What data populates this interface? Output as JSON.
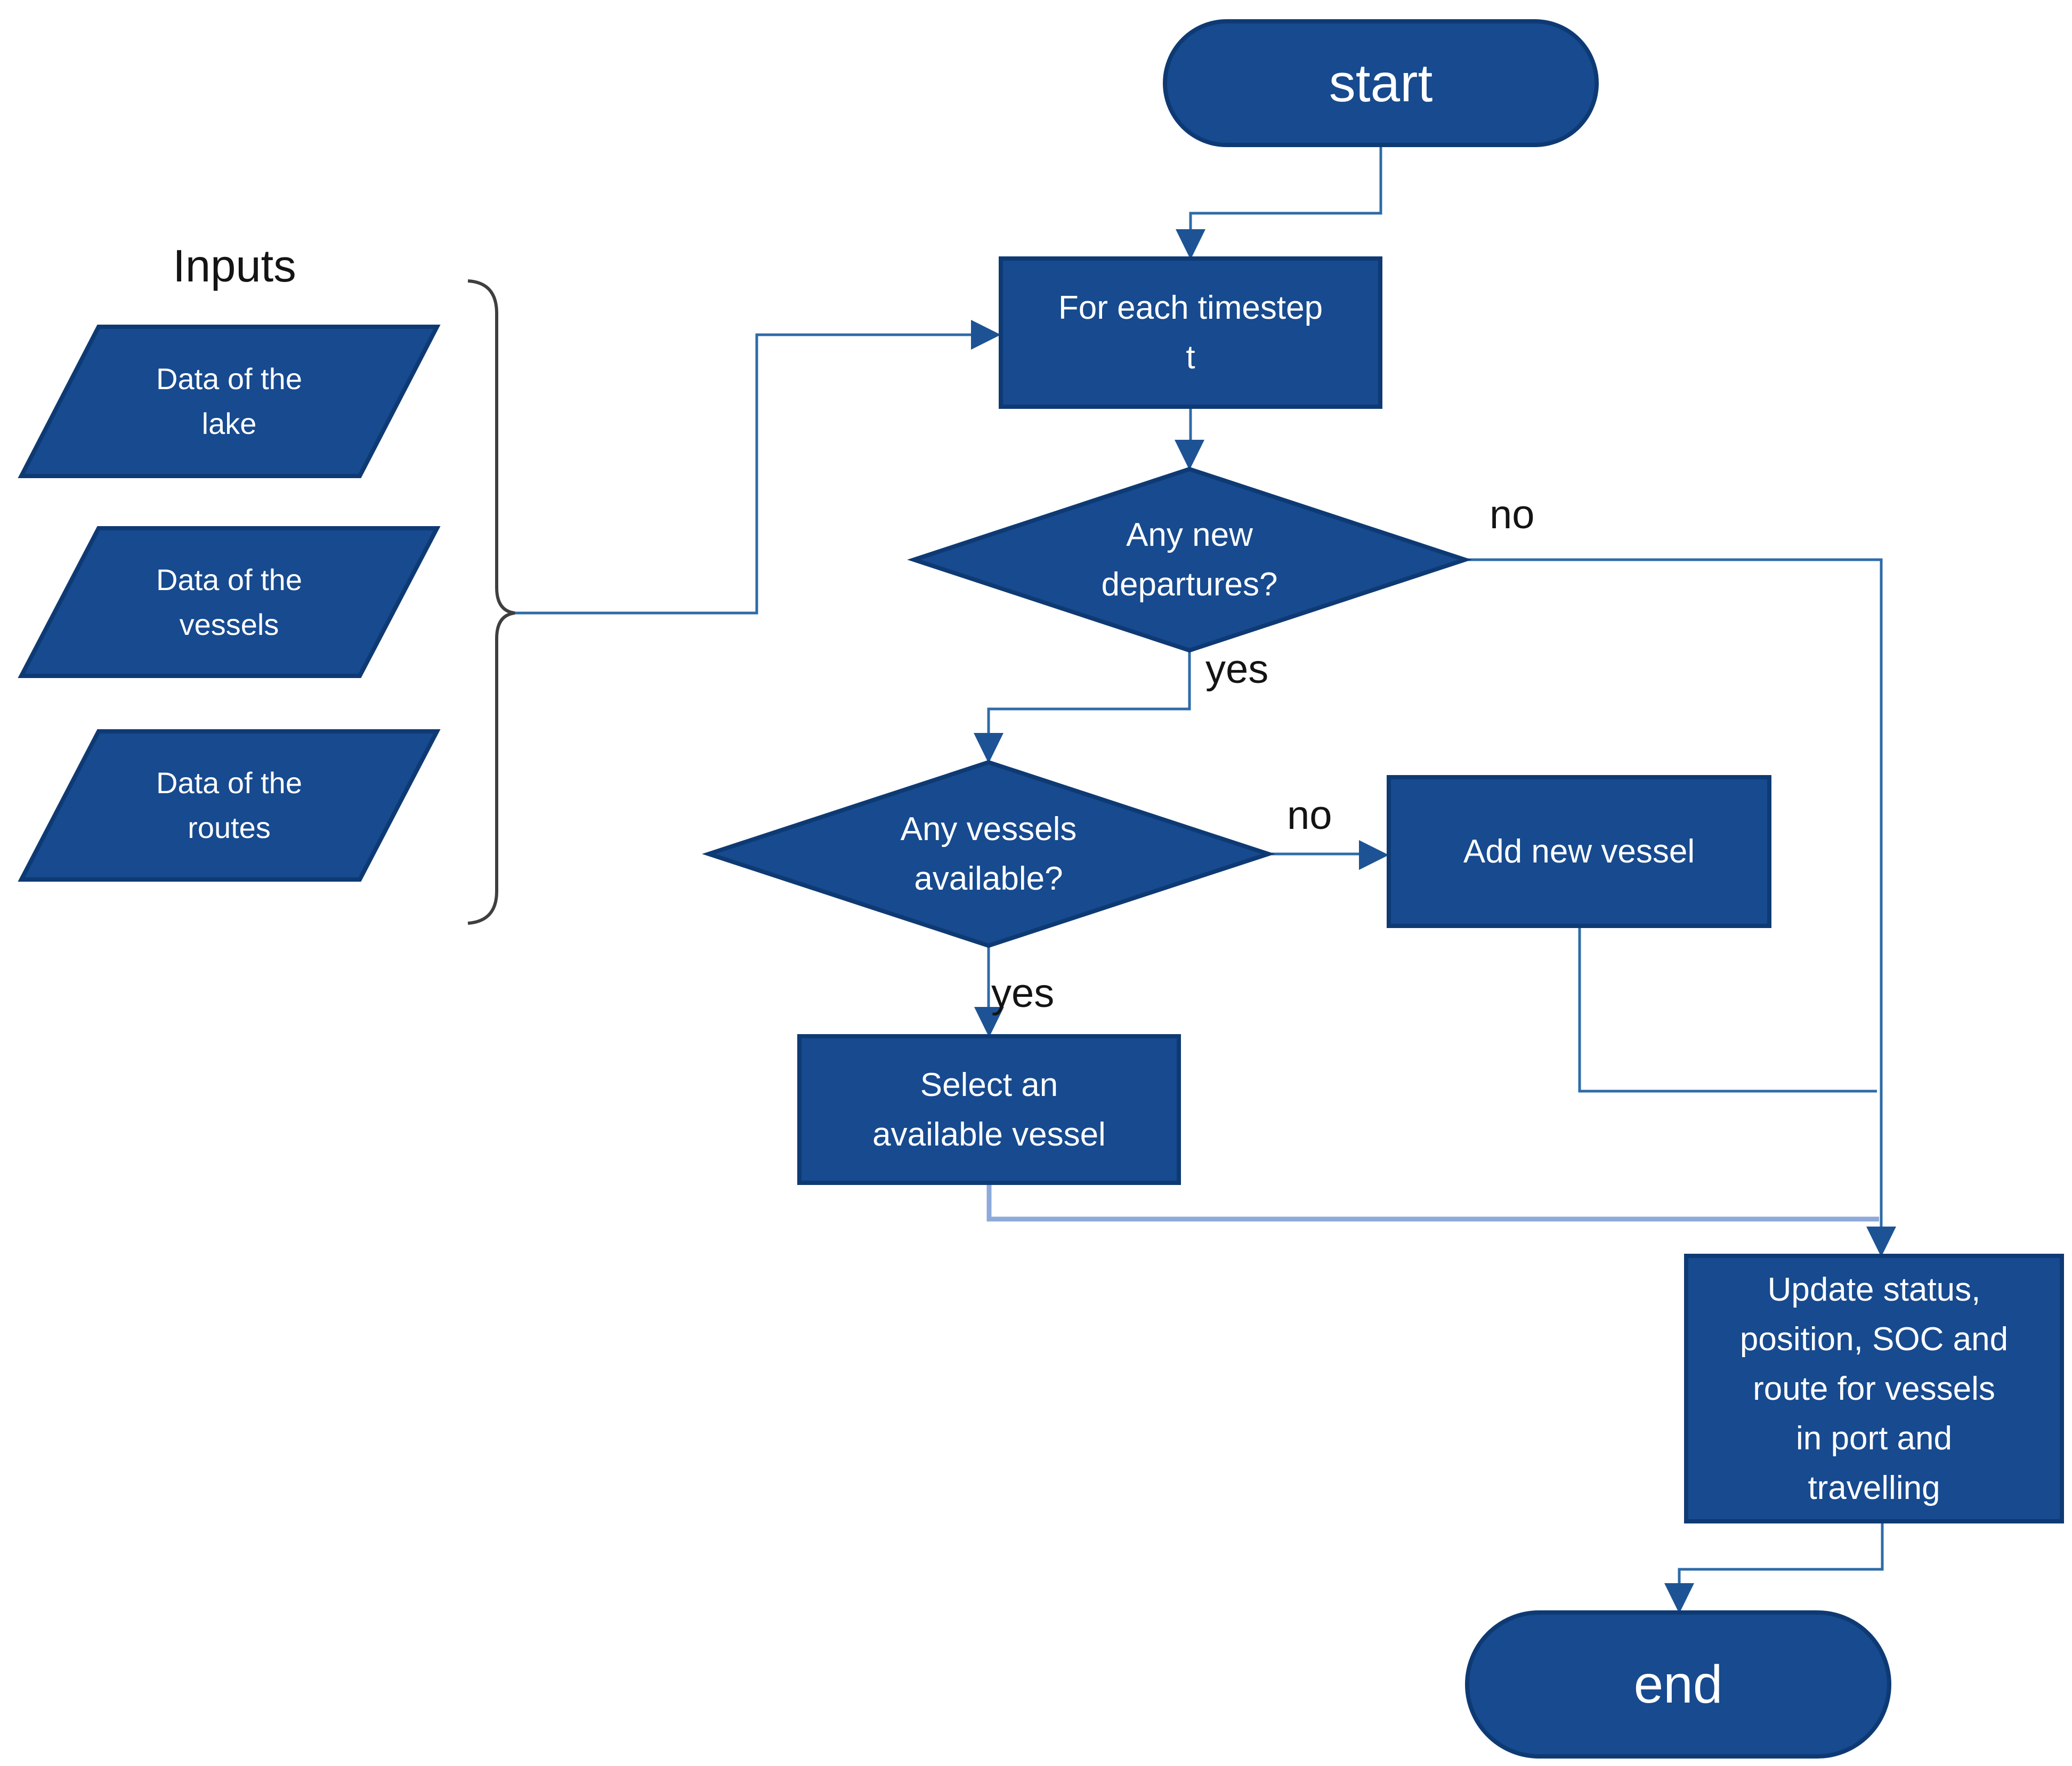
{
  "diagram_title": "vessel simulation flowchart",
  "colors": {
    "shape_fill": "#174A8F",
    "shape_border": "#0E3A74",
    "connector": "#2E6BA8",
    "connector_light": "#8EAADB",
    "arrowhead": "#1D5394",
    "label_text": "#141414",
    "node_text": "#FFFFFF",
    "brace": "#3F3F3F",
    "background": "#FFFFFF"
  },
  "inputs": {
    "label": "Inputs",
    "items": [
      {
        "label": "Data of the\nlake"
      },
      {
        "label": "Data of the\nvessels"
      },
      {
        "label": "Data of the\nroutes"
      }
    ]
  },
  "nodes": {
    "start": "start",
    "timestep": "For each timestep\nt",
    "departures": "Any new\ndepartures?",
    "vessels_available": "Any vessels\navailable?",
    "add_vessel": "Add new vessel",
    "select_vessel": "Select an\navailable vessel",
    "update": "Update status,\nposition, SOC and\nroute for vessels\nin port and\ntravelling",
    "end": "end"
  },
  "edges": {
    "departures_no": "no",
    "departures_yes": "yes",
    "vessels_no": "no",
    "vessels_yes": "yes"
  }
}
